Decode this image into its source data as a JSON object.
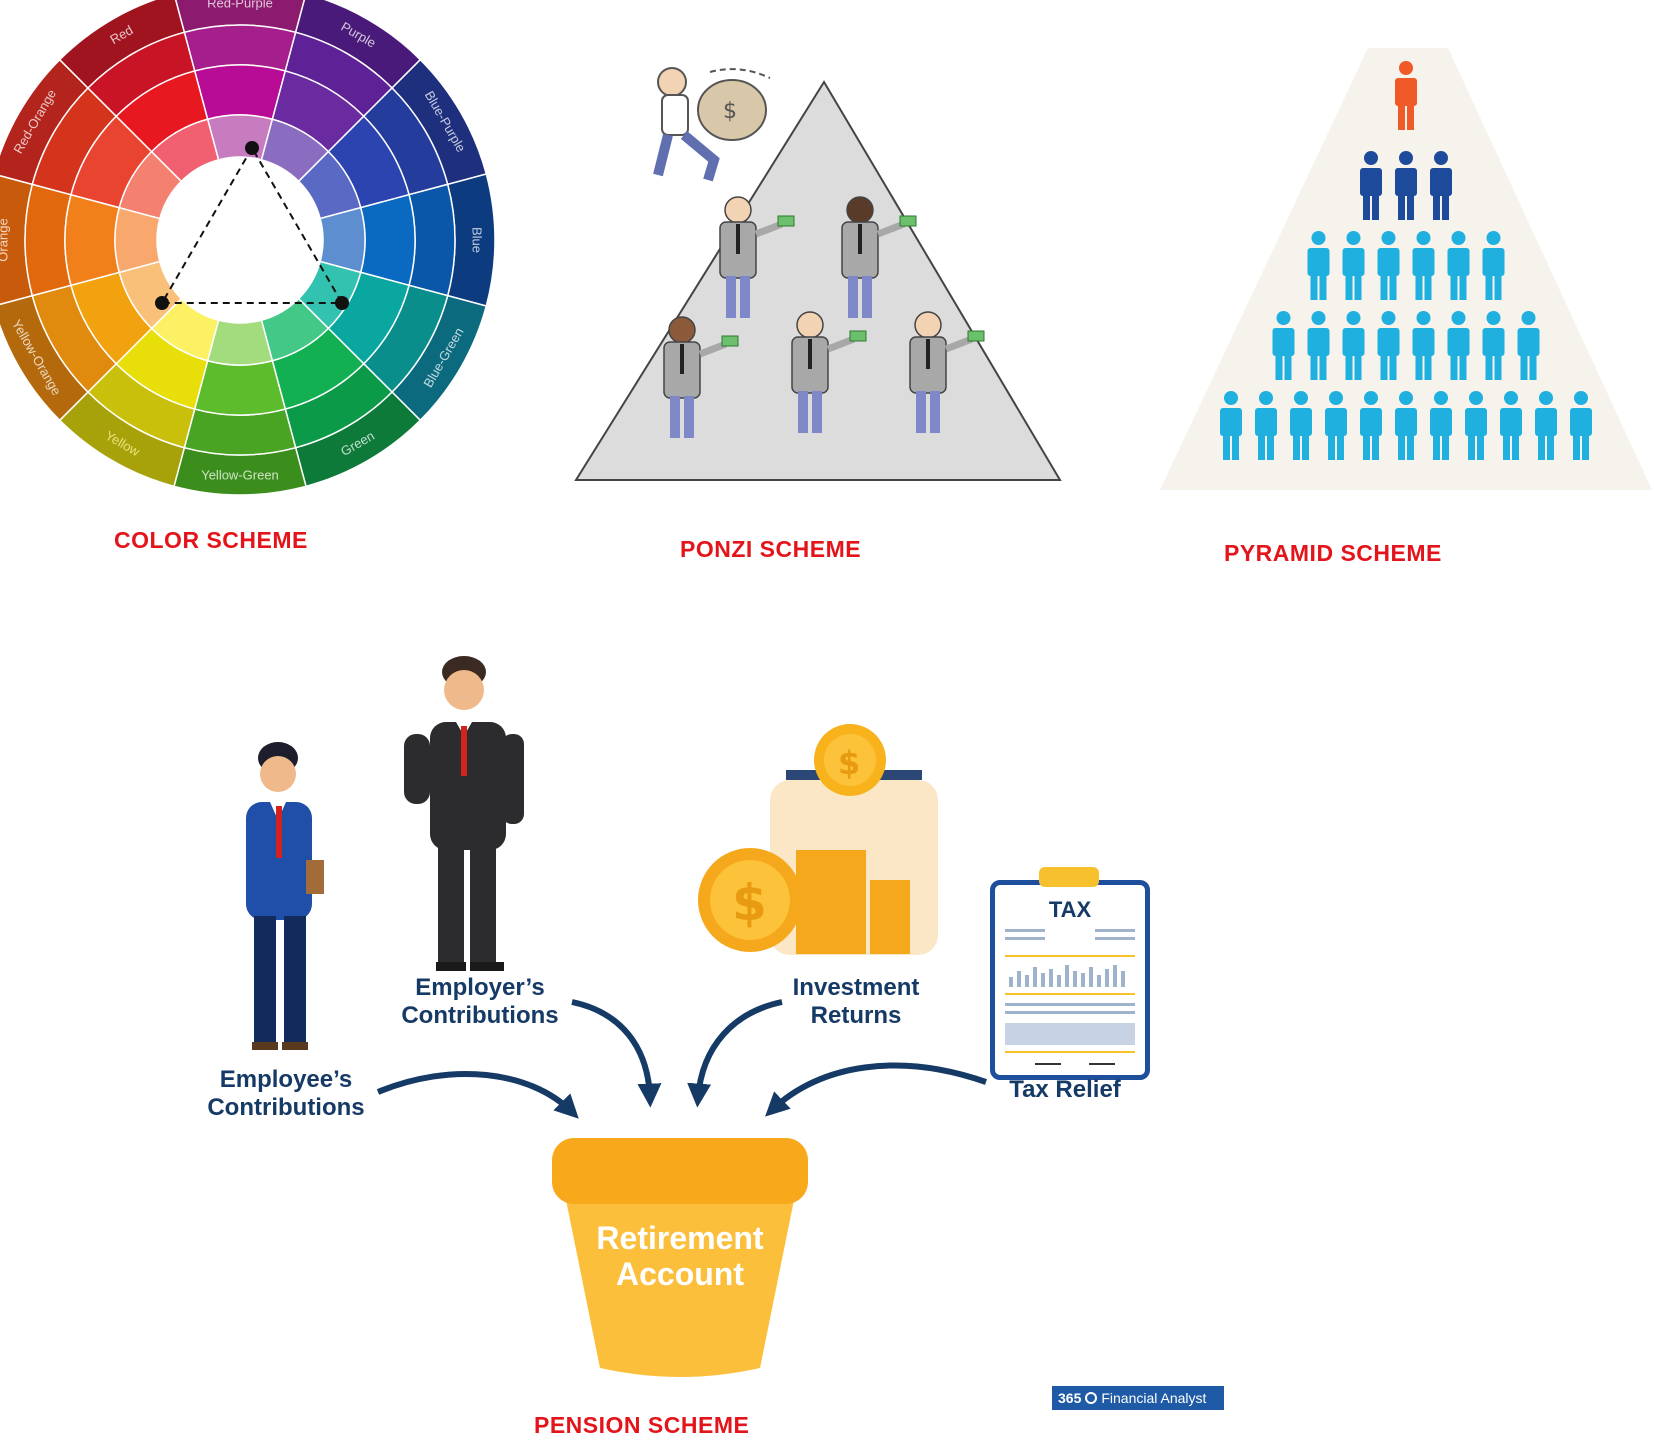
{
  "captions": {
    "color": "COLOR SCHEME",
    "ponzi": "PONZI SCHEME",
    "pyramid": "PYRAMID SCHEME",
    "pension": "PENSION SCHEME"
  },
  "color_wheel": {
    "labels": [
      "Red-Purple",
      "Purple",
      "Blue-Purple",
      "Blue",
      "Blue-Green",
      "Green",
      "Yellow-Green",
      "Yellow",
      "Yellow-Orange",
      "Orange",
      "Red-Orange",
      "Red"
    ],
    "outer": [
      "#8c1a6e",
      "#4a1a7a",
      "#1e2f7e",
      "#0c3b80",
      "#0b6a7e",
      "#0e7a3a",
      "#3c8e1c",
      "#a7a20a",
      "#b46a0c",
      "#c85a0c",
      "#b2241c",
      "#a01420"
    ],
    "ring2": [
      "#a61e8c",
      "#5e2296",
      "#243c9c",
      "#0a56a8",
      "#0a8e8c",
      "#0a9a48",
      "#4aa424",
      "#c8c00a",
      "#e08a0e",
      "#e2680e",
      "#d4341c",
      "#c81424"
    ],
    "ring3": [
      "#b80c96",
      "#6a2aa0",
      "#2c44b0",
      "#0a6ac2",
      "#0aa6a0",
      "#12b052",
      "#5cbc2c",
      "#e8de0a",
      "#f2a20e",
      "#f2801a",
      "#e84430",
      "#e81820"
    ],
    "inner": [
      "#c87cc0",
      "#8a6cc0",
      "#5a6ac4",
      "#5c8ed0",
      "#34c2b0",
      "#44c888",
      "#a2dc7c",
      "#fcf064",
      "#f9c07a",
      "#f8a86c",
      "#f48070",
      "#f06070"
    ]
  },
  "pension": {
    "employee": "Employee’s\nContributions",
    "employer": "Employer’s\nContributions",
    "investment": "Investment\nReturns",
    "tax_relief": "Tax Relief",
    "tax_header": "TAX",
    "account": "Retirement\nAccount",
    "brand_number": "365",
    "brand_name": "Financial Analyst"
  },
  "colors": {
    "caption_red": "#e4141b",
    "navy": "#163a66",
    "gold": "#f7a81b",
    "pyramid_top": "#f05a28",
    "pyramid_mid": "#1e4a9c",
    "pyramid_base": "#1fb0e0"
  }
}
